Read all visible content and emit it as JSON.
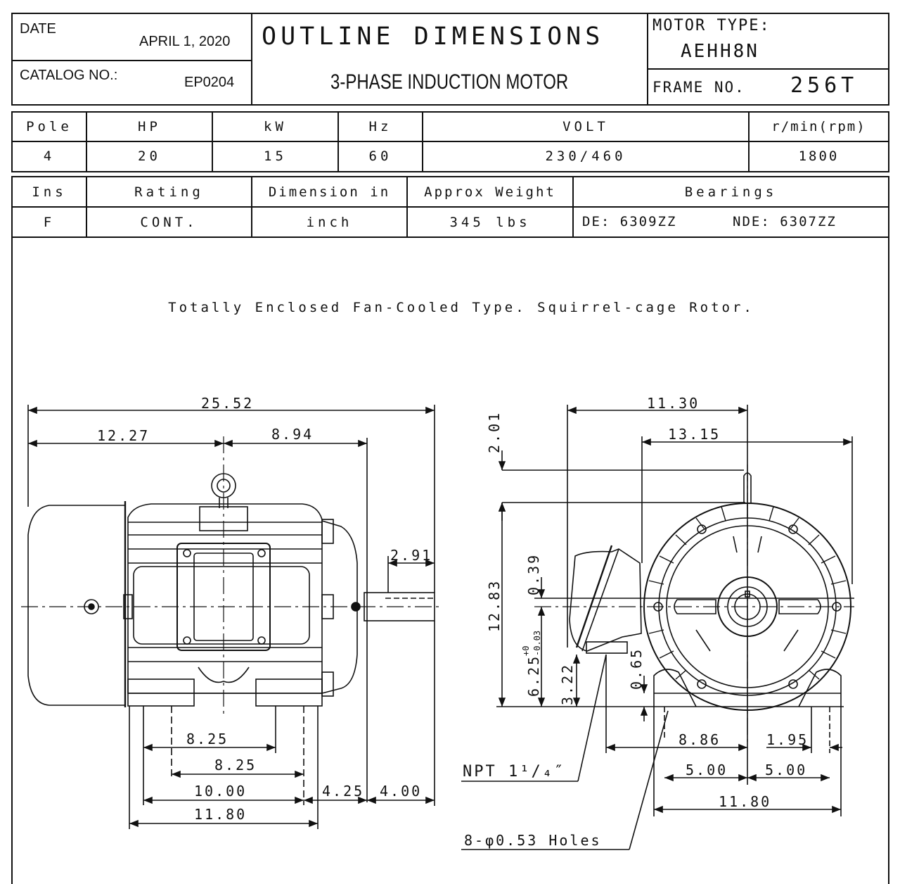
{
  "header": {
    "date_label": "DATE",
    "date_value": "APRIL 1, 2020",
    "catalog_label": "CATALOG NO.:",
    "catalog_value": "EP0204",
    "title": "OUTLINE DIMENSIONS",
    "subtitle": "3-PHASE INDUCTION MOTOR",
    "motor_type_label": "MOTOR TYPE:",
    "motor_type_value": "AEHH8N",
    "frame_label": "FRAME NO.",
    "frame_value": "256T"
  },
  "specs1": {
    "headers": [
      "Pole",
      "HP",
      "kW",
      "Hz",
      "VOLT",
      "r/min(rpm)"
    ],
    "values": [
      "4",
      "20",
      "15",
      "60",
      "230/460",
      "1800"
    ]
  },
  "specs2": {
    "headers": [
      "Ins",
      "Rating",
      "Dimension in",
      "Approx Weight",
      "Bearings"
    ],
    "values": [
      "F",
      "CONT.",
      "inch",
      "345 lbs",
      "DE: 6309ZZ",
      "NDE: 6307ZZ"
    ]
  },
  "drawing": {
    "description": "Totally Enclosed Fan-Cooled Type. Squirrel-cage Rotor.",
    "side_view": {
      "overall_length": "25.52",
      "fan_end": "12.27",
      "shaft_end": "8.94",
      "shaft_length": "2.91",
      "foot_span_inner": "8.25",
      "foot_span_outer": "8.25",
      "foot_base": "10.00",
      "foot_total": "11.80",
      "shaft_ext_a": "4.25",
      "shaft_ext_b": "4.00"
    },
    "end_view": {
      "dim_top": "2.01",
      "width_a": "11.30",
      "width_b": "13.15",
      "height_total": "12.83",
      "dim_039": "0.39",
      "shaft_height": "6.25",
      "shaft_tol_plus": "+0",
      "shaft_tol_minus": "-0.03",
      "dim_322": "3.22",
      "dim_065": "0.65",
      "dim_886": "8.86",
      "dim_195": "1.95",
      "foot_half_left": "5.00",
      "foot_half_right": "5.00",
      "foot_total": "11.80",
      "conduit_label": "NPT 1¹/₄″",
      "holes_label": "8-φ0.53 Holes"
    }
  }
}
